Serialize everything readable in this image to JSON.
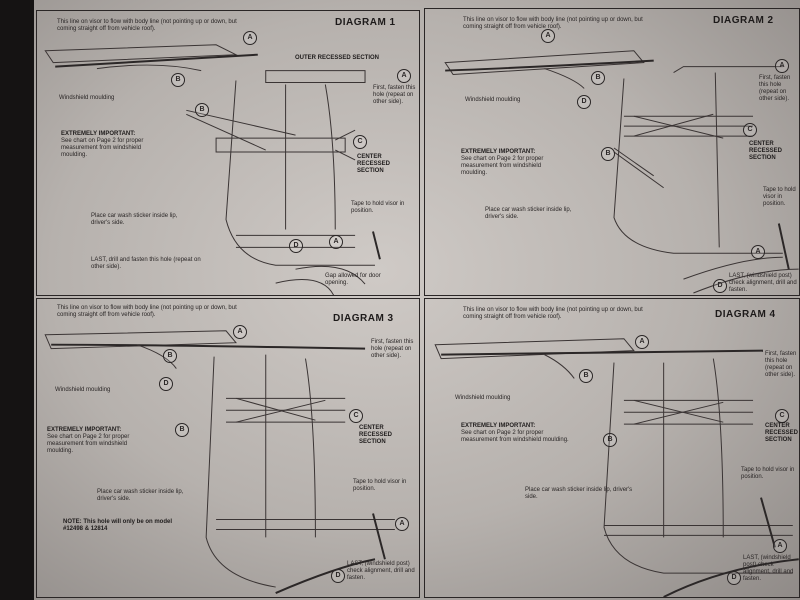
{
  "diagrams": [
    {
      "title": "DIAGRAM 1",
      "top_note": "This line on visor to flow with body line (not pointing up or down, but coming straight off from vehicle roof).",
      "outer_label": "OUTER RECESSED SECTION",
      "first_fasten": "First, fasten this hole (repeat on other side).",
      "windshield": "Windshield moulding",
      "important_title": "EXTREMELY IMPORTANT:",
      "important_body": "See chart on Page 2 for proper measurement from windshield moulding.",
      "center_label": "CENTER RECESSED SECTION",
      "sticker": "Place car wash sticker inside lip, driver's side.",
      "tape": "Tape to hold visor in position.",
      "last": "LAST, drill and fasten this hole (repeat on other side).",
      "gap": "Gap allowed for door opening."
    },
    {
      "title": "DIAGRAM 2",
      "top_note": "This line on visor to flow with body line (not pointing up or down, but coming straight off from vehicle roof).",
      "first_fasten": "First, fasten this hole (repeat on other side).",
      "windshield": "Windshield moulding",
      "important_title": "EXTREMELY IMPORTANT:",
      "important_body": "See chart on Page 2 for proper measurement from windshield moulding.",
      "center_label": "CENTER RECESSED SECTION",
      "sticker": "Place car wash sticker inside lip, driver's side.",
      "tape": "Tape to hold visor in position.",
      "last": "LAST, (windshield post) check alignment, drill and fasten."
    },
    {
      "title": "DIAGRAM 3",
      "top_note": "This line on visor to flow with body line (not pointing up or down, but coming straight off from vehicle roof).",
      "first_fasten": "First, fasten this hole (repeat on other side).",
      "windshield": "Windshield moulding",
      "important_title": "EXTREMELY IMPORTANT:",
      "important_body": "See chart on Page 2 for proper measurement from windshield moulding.",
      "center_label": "CENTER RECESSED SECTION",
      "sticker": "Place car wash sticker inside lip, driver's side.",
      "tape": "Tape to hold visor in position.",
      "note": "NOTE: This hole will only be on model #12498 & 12814",
      "last": "LAST, (windshield post) check alignment, drill and fasten."
    },
    {
      "title": "DIAGRAM 4",
      "top_note": "This line on visor to flow with body line (not pointing up or down, but coming straight off from vehicle roof).",
      "first_fasten": "First, fasten this hole (repeat on other side).",
      "windshield": "Windshield moulding",
      "important_title": "EXTREMELY IMPORTANT:",
      "important_body": "See chart on Page 2 for proper measurement from windshield moulding.",
      "center_label": "CENTER RECESSED SECTION",
      "sticker": "Place car wash sticker inside lip, driver's side.",
      "tape": "Tape to hold visor in position.",
      "last": "LAST, (windshield post) check alignment, drill and fasten."
    }
  ],
  "callouts": {
    "a": "A",
    "b": "B",
    "c": "C",
    "d": "D"
  }
}
